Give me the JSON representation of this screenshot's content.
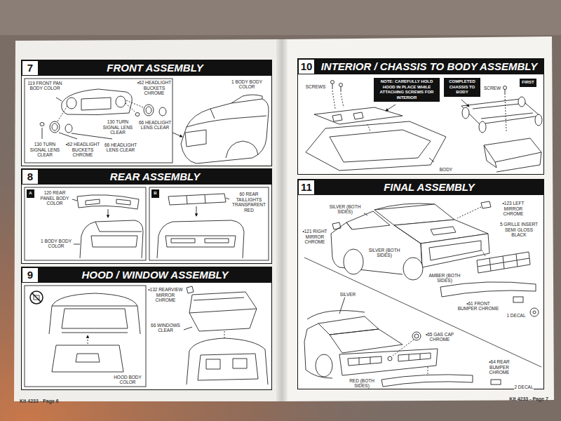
{
  "diagram": {
    "nodes": [
      {
        "text": [
          "Kit 4233 - Page 6"
        ]
      },
      {
        "text": [
          "7",
          "FRONT ASSEMBLY"
        ],
        "in": 0
      },
      {
        "text": [
          "8",
          "REAR ASSEMBLY"
        ],
        "in": 0
      },
      {
        "text": [
          "A"
        ],
        "in": 2
      },
      {
        "text": [
          "B"
        ],
        "in": 2
      },
      {
        "text": [
          "9",
          "HOOD / WINDOW ASSEMBLY"
        ],
        "in": 0
      },
      {
        "text": [
          "Kit 4233 - Page 7"
        ]
      },
      {
        "text": [
          "10",
          "INTERIOR / CHASSIS TO BODY ASSEMBLY"
        ],
        "in": 6
      },
      {
        "text": [
          "NOTE: CAREFULLY HOLD HOOD IN PLACE WHILE ATTACHING SCREWS FOR INTERIOR"
        ],
        "in": 7
      },
      {
        "text": [
          "COMPLETED CHASSIS TO BODY"
        ],
        "in": 7
      },
      {
        "text": [
          "FIRST"
        ],
        "in": 7
      },
      {
        "text": [
          "11",
          "FINAL ASSEMBLY"
        ],
        "in": 6
      }
    ],
    "labels": [
      "119 FRONT PAN BODY COLOR",
      "•62 HEADLIGHT BUCKETS CHROME",
      "1 BODY BODY COLOR",
      "130 TURN SIGNAL LENS CLEAR",
      "66 HEADLIGHT LENS CLEAR",
      "130 TURN SIGNAL LENS CLEAR",
      "•62 HEADLIGHT BUCKETS CHROME",
      "66 HEADLIGHT LENS CLEAR",
      "120 REAR PANEL BODY COLOR",
      "1 BODY BODY COLOR",
      "60 REAR TAILLIGHTS TRANSPARENT RED",
      "•132 REARVIEW MIRROR CHROME",
      "66 WINDOWS CLEAR",
      "HOOD BODY COLOR",
      "SCREWS",
      "SCREW",
      "BODY",
      "SILVER (BOTH SIDES)",
      "•123 LEFT MIRROR CHROME",
      "•121 RIGHT MIRROR CHROME",
      "SILVER (BOTH SIDES)",
      "5 GRILLE INSERT SEMI GLOSS BLACK",
      "AMBER (BOTH SIDES)",
      "•61 FRONT BUMPER CHROME",
      "1 DECAL",
      "SILVER",
      "•65 GAS CAP CHROME",
      "•64 REAR BUMPER CHROME",
      "RED (BOTH SIDES)",
      "2 DECAL"
    ]
  }
}
